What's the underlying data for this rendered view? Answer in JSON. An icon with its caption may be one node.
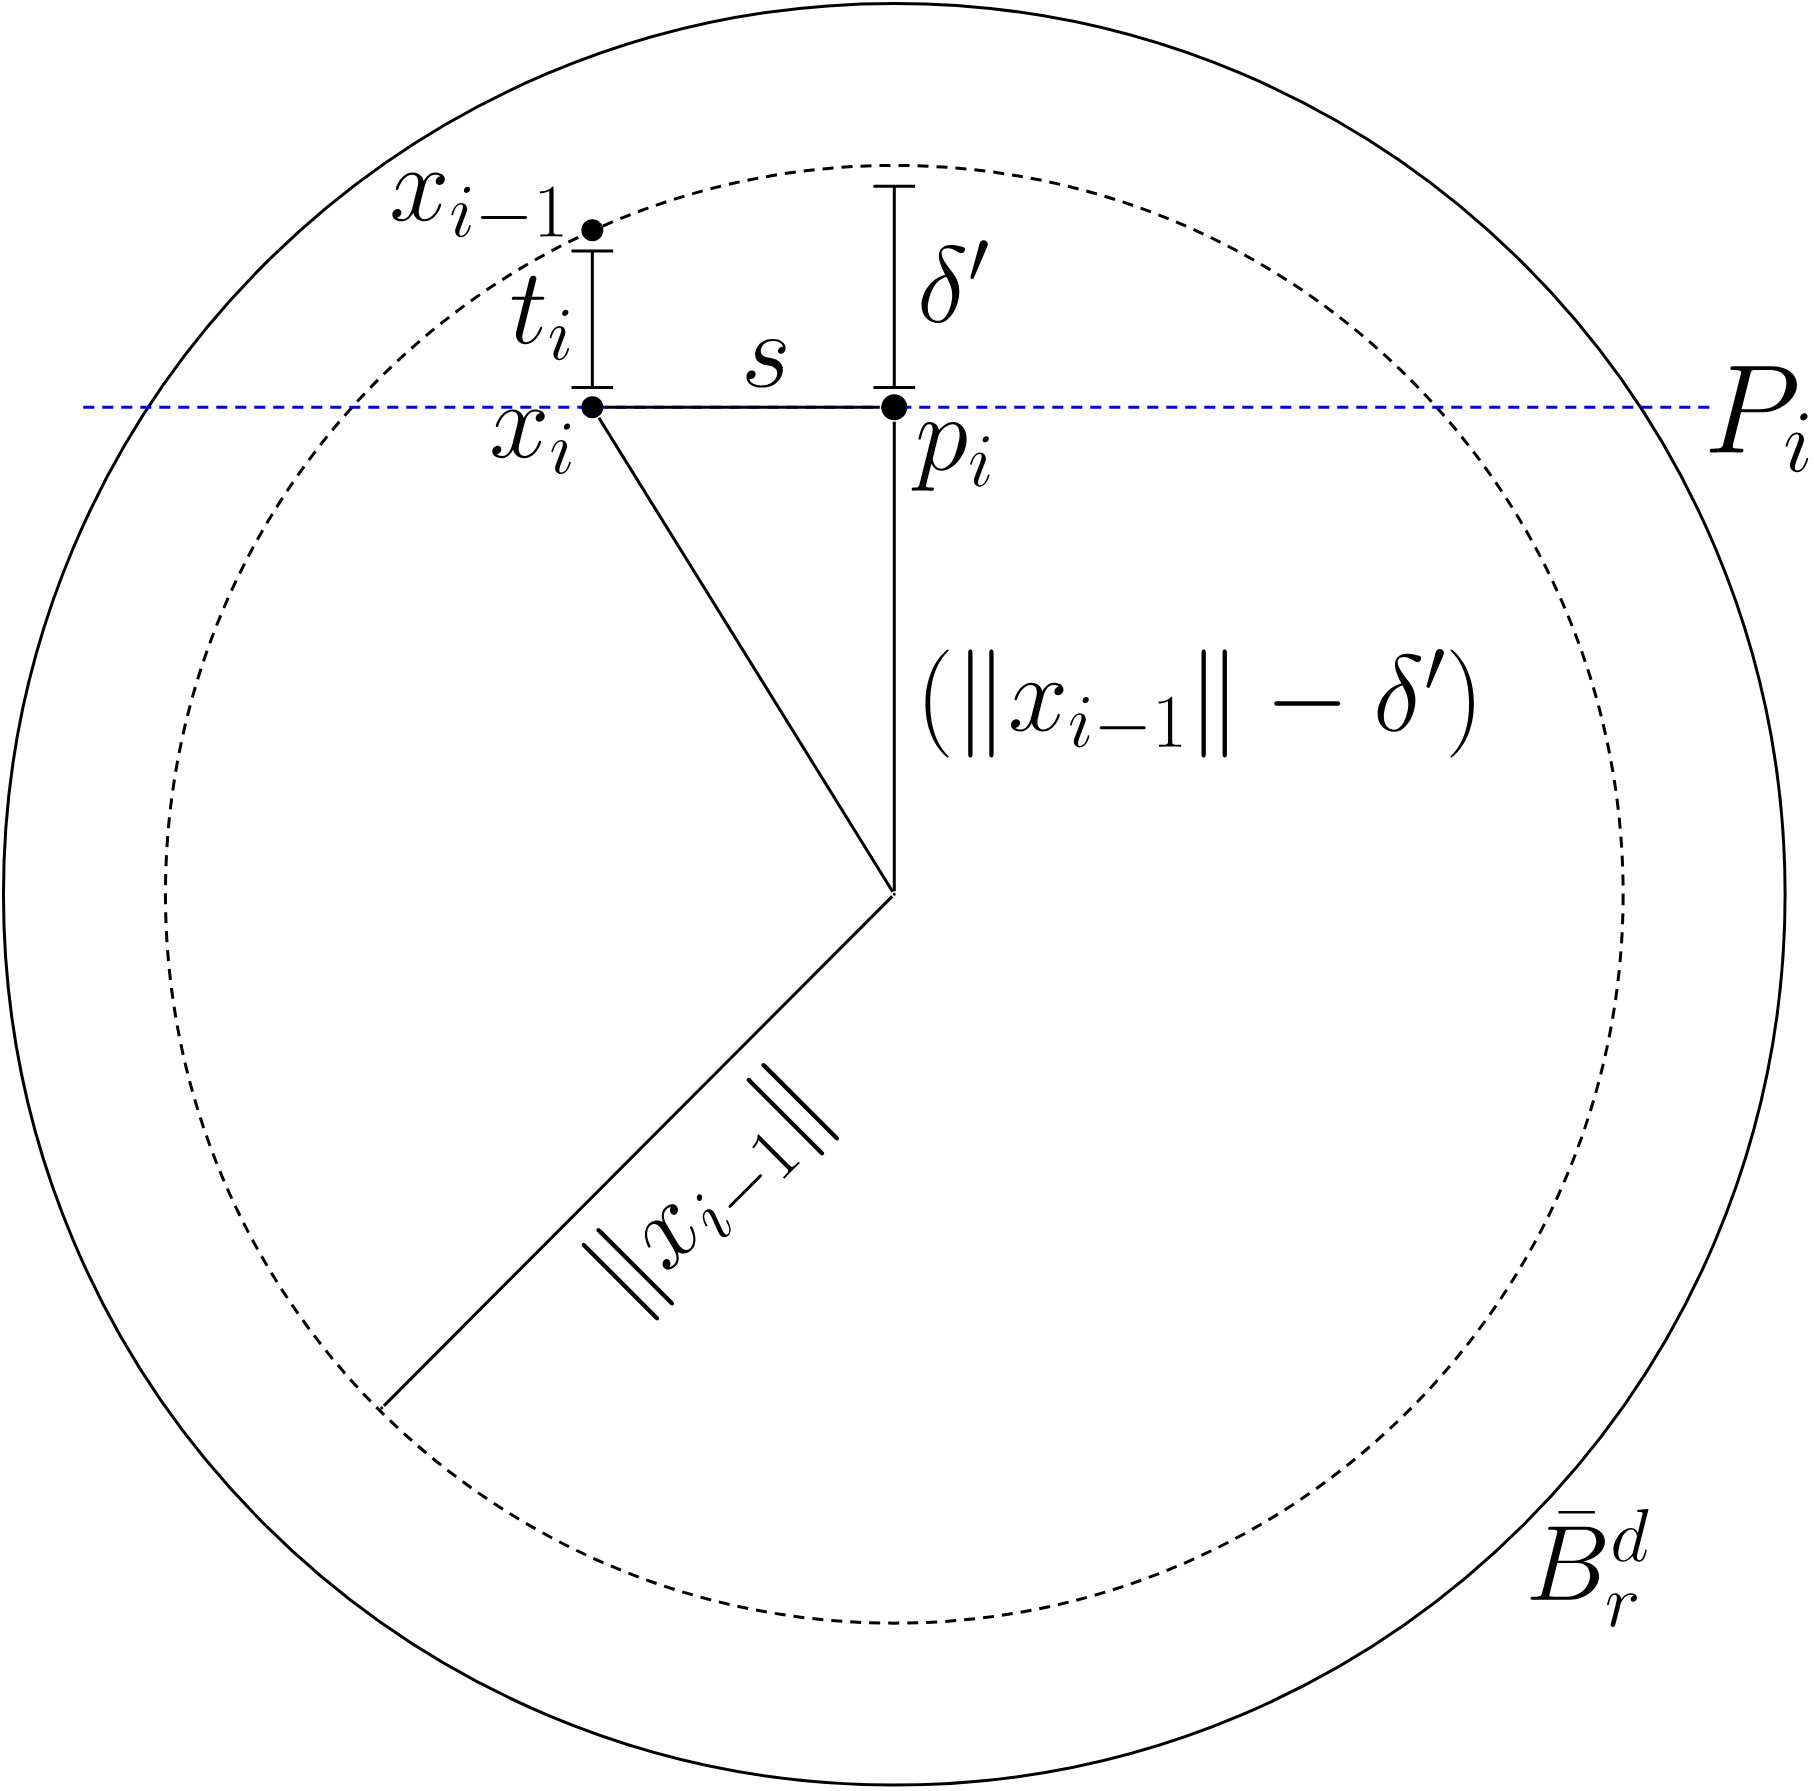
{
  "diagram": {
    "nodes": [
      {
        "text": [
          "x_{i-1}"
        ]
      },
      {
        "text": [
          "x_i"
        ]
      },
      {
        "text": [
          "p_i"
        ]
      },
      {
        "text": [],
        "shape": "point"
      },
      {
        "text": [],
        "shape": "point"
      }
    ],
    "edges": [
      {
        "from": 1,
        "to": 2,
        "arrow": "none",
        "label": "s"
      },
      {
        "from": 1,
        "to": 3,
        "arrow": "none"
      },
      {
        "from": 2,
        "to": 3,
        "arrow": "none",
        "label": "(\\|x_{i-1}\\| - \\delta')"
      },
      {
        "from": 3,
        "to": 4,
        "arrow": "none",
        "label": "\\|x_{i-1}\\|"
      }
    ],
    "labels": [
      "t_i",
      "\\delta'",
      "P_i",
      "\\bar{B}_r^d"
    ]
  }
}
